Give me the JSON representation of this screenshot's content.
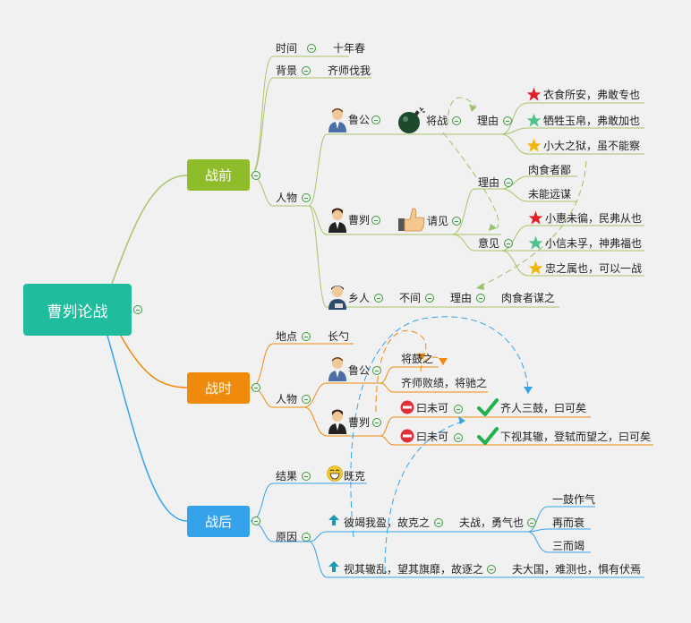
{
  "root": "曹刿论战",
  "branches": {
    "before": "战前",
    "during": "战时",
    "after": "战后"
  },
  "before": {
    "time_label": "时间",
    "time_value": "十年春",
    "background_label": "背景",
    "background_value": "齐师伐我",
    "people_label": "人物",
    "lugong": "鲁公",
    "jiangzhan": "将战",
    "reason1": "理由",
    "r1": "衣食所安，弗敢专也",
    "r2": "牺牲玉帛，弗敢加也",
    "r3": "小大之狱，虽不能察",
    "caogui": "曹刿",
    "qingjian": "请见",
    "reason2": "理由",
    "r4": "肉食者鄙",
    "r5": "未能远谋",
    "opinion": "意见",
    "o1": "小惠未徧，民弗从也",
    "o2": "小信未孚，神弗福也",
    "o3": "忠之属也，可以一战",
    "xiangren": "乡人",
    "bujian": "不间",
    "reason3": "理由",
    "r6": "肉食者谋之"
  },
  "during": {
    "place_label": "地点",
    "place_value": "长勺",
    "people_label": "人物",
    "lugong": "鲁公",
    "d1": "将鼓之",
    "d2": "齐师败绩，将驰之",
    "caogui": "曹刿",
    "c1": "曰未可",
    "c1r": "齐人三鼓，曰可矣",
    "c2": "曰未可",
    "c2r": "下视其辙，登轼而望之，曰可矣"
  },
  "after": {
    "result_label": "结果",
    "result_value": "既克",
    "reason_label": "原因",
    "a1": "彼竭我盈，故克之",
    "a1r": "夫战，勇气也",
    "a1a": "一鼓作气",
    "a1b": "再而衰",
    "a1c": "三而竭",
    "a2": "视其辙乱，望其旗靡，故逐之",
    "a2r": "夫大国，难测也，惧有伏焉"
  },
  "colors": {
    "root": "#1fbc9e",
    "before": "#8fbc2a",
    "during": "#f08a0c",
    "after": "#35a3eb",
    "red_star": "#e0202a",
    "green_star": "#4fc48a",
    "yellow_star": "#f4b400"
  }
}
